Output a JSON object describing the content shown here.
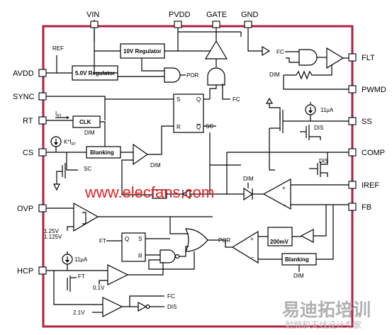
{
  "pins": {
    "top": [
      "VIN",
      "PVDD",
      "GATE",
      "GND"
    ],
    "left": [
      "AVDD",
      "SYNC",
      "RT",
      "CS",
      "OVP",
      "HCP"
    ],
    "right": [
      "FLT",
      "PWMD",
      "SS",
      "COMP",
      "IREF",
      "FB"
    ]
  },
  "blocks": {
    "reg10": "10V Regulator",
    "reg5": "5.0V Regulator",
    "clk": "CLK",
    "blanking1": "Blanking",
    "blanking2": "Blanking",
    "vref200": "200mV",
    "ff_s": "S",
    "ff_q": "Q",
    "ff_r": "R",
    "ff_qbar": "Q",
    "ff2_q": "Q",
    "ff2_s": "S",
    "ff2_r": "R"
  },
  "signals": {
    "ref": "REF",
    "por1": "POR",
    "por2": "POR",
    "fc1": "FC",
    "fc2": "FC",
    "fc3": "FC",
    "dim1": "DIM",
    "dim2": "DIM",
    "dim3": "DIM",
    "dim4": "DIM",
    "dim5": "DIM",
    "sc1": "SC",
    "sc2": "SC",
    "dis1": "DIS",
    "dis2": "DIS",
    "dis3": "DIS",
    "irt": "I",
    "irt_sub": "RT",
    "kirt": "K*I",
    "kirt_sub": "RT",
    "i11a": "11μA",
    "i11b": "11μA",
    "ft1": "FT",
    "ft2": "FT",
    "v125": "1.25V",
    "v1125": "1.125V",
    "v01": "0.1V",
    "v21": "2.1V"
  },
  "watermarks": {
    "main": "www.elecfans.com",
    "brand": "易迪拓培训",
    "brand_sub": "射频和天线设计专家"
  },
  "colors": {
    "border": "#b02040",
    "watermark": "#e02020",
    "brand": "#b0b0b0"
  }
}
